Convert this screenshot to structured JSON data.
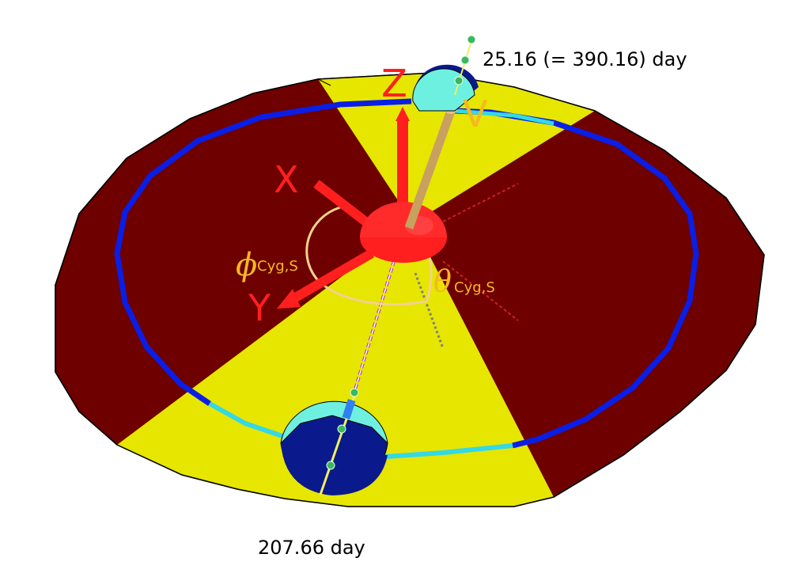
{
  "diagram": {
    "labels": {
      "top_date": "25.16 (= 390.16) day",
      "bottom_date": "207.66 day"
    },
    "axes": {
      "x": "X",
      "y": "Y",
      "z": "Z",
      "v": "V"
    },
    "angles": {
      "phi_symbol": "ϕ",
      "phi_subscript": "Cyg,S",
      "theta_symbol": "θ",
      "theta_subscript": "Cyg,S"
    },
    "colors": {
      "dark_sector": "#6e0000",
      "light_sector": "#e6e600",
      "orbit_blue": "#0a1ee6",
      "orbit_cyan": "#34d8e6",
      "axis_red": "#ff1f1f",
      "v_vector": "#c8a060",
      "annotation_orange": "#f5b820",
      "star_navy": "#0a1a8c",
      "star_cyan": "#6ef0e0"
    }
  }
}
